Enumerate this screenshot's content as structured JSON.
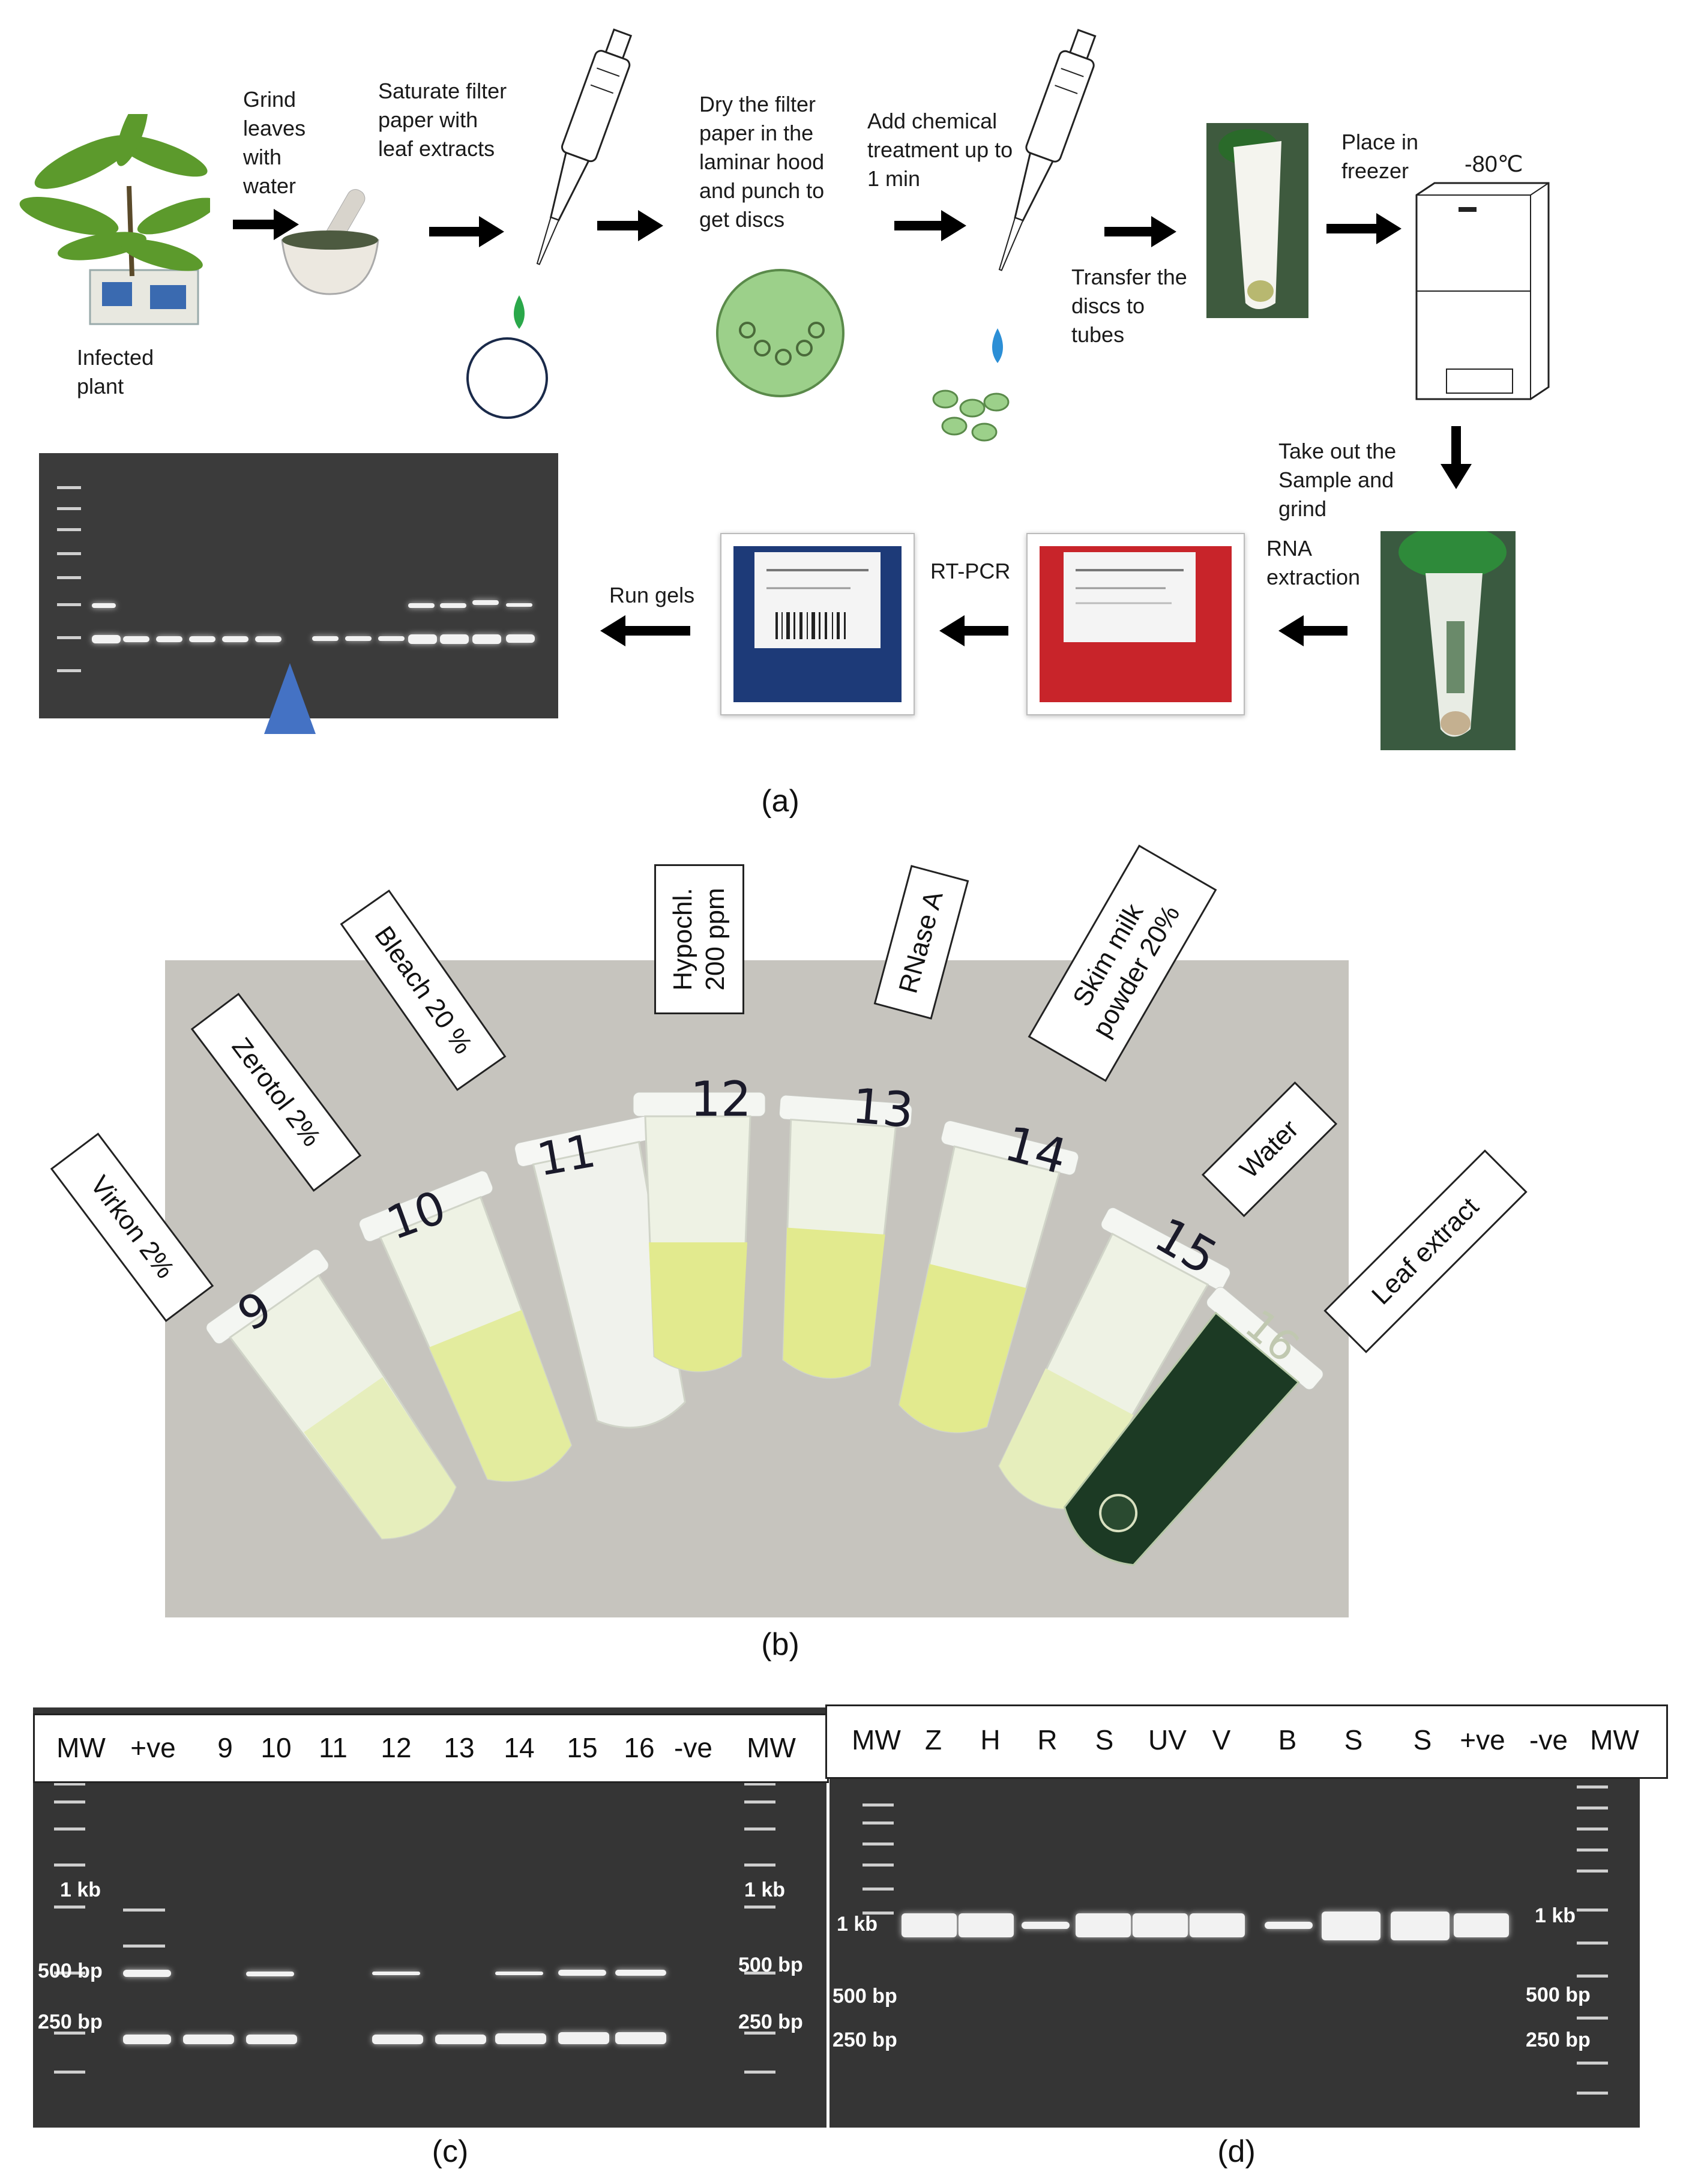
{
  "panel_a": {
    "caption": "(a)",
    "labels": {
      "infected_plant": "Infected\nplant",
      "grind": "Grind\nleaves\nwith\nwater",
      "saturate": "Saturate filter\npaper with\nleaf extracts",
      "dry": "Dry the filter\npaper in the\nlaminar hood\nand punch to\nget discs",
      "chemical": "Add chemical\ntreatment up to\n1 min",
      "transfer": "Transfer the\ndiscs to\ntubes",
      "freezer": "Place in\nfreezer",
      "temperature": "-80℃",
      "take_out": "Take out the\nSample and\ngrind",
      "rna": "RNA\nextraction",
      "rtpcr": "RT-PCR",
      "run_gels": "Run gels"
    },
    "colors": {
      "disc_green": "#9cd08a",
      "drop_green": "#2aa84a",
      "drop_blue": "#2c8fd6",
      "arrowhead_blue": "#4472c4"
    }
  },
  "panel_b": {
    "caption": "(b)",
    "tubes": [
      {
        "number": "9",
        "label": "Virkon 2%"
      },
      {
        "number": "10",
        "label": "Zerotol 2%"
      },
      {
        "number": "11",
        "label": "Bleach 20 %"
      },
      {
        "number": "12",
        "label": "Hypochl.\n200 ppm"
      },
      {
        "number": "13",
        "label": "RNase A"
      },
      {
        "number": "14",
        "label": "Skim milk\npowder 20%"
      },
      {
        "number": "15",
        "label": "Water"
      },
      {
        "number": "16",
        "label": "Leaf extract"
      }
    ]
  },
  "panel_c": {
    "caption": "(c)",
    "lanes": [
      "MW",
      "+ve",
      "9",
      "10",
      "11",
      "12",
      "13",
      "14",
      "15",
      "16",
      "-ve",
      "MW"
    ],
    "markers_left": [
      "1 kb",
      "500 bp",
      "250 bp"
    ],
    "markers_right": [
      "1 kb",
      "500 bp",
      "250 bp"
    ]
  },
  "panel_d": {
    "caption": "(d)",
    "lanes": [
      "MW",
      "Z",
      "H",
      "R",
      "S",
      "UV",
      "V",
      "B",
      "S",
      "S",
      "+ve",
      "-ve",
      "MW"
    ],
    "markers_left": [
      "1 kb",
      "500 bp",
      "250 bp"
    ],
    "markers_right": [
      "1 kb",
      "500 bp",
      "250 bp"
    ]
  }
}
